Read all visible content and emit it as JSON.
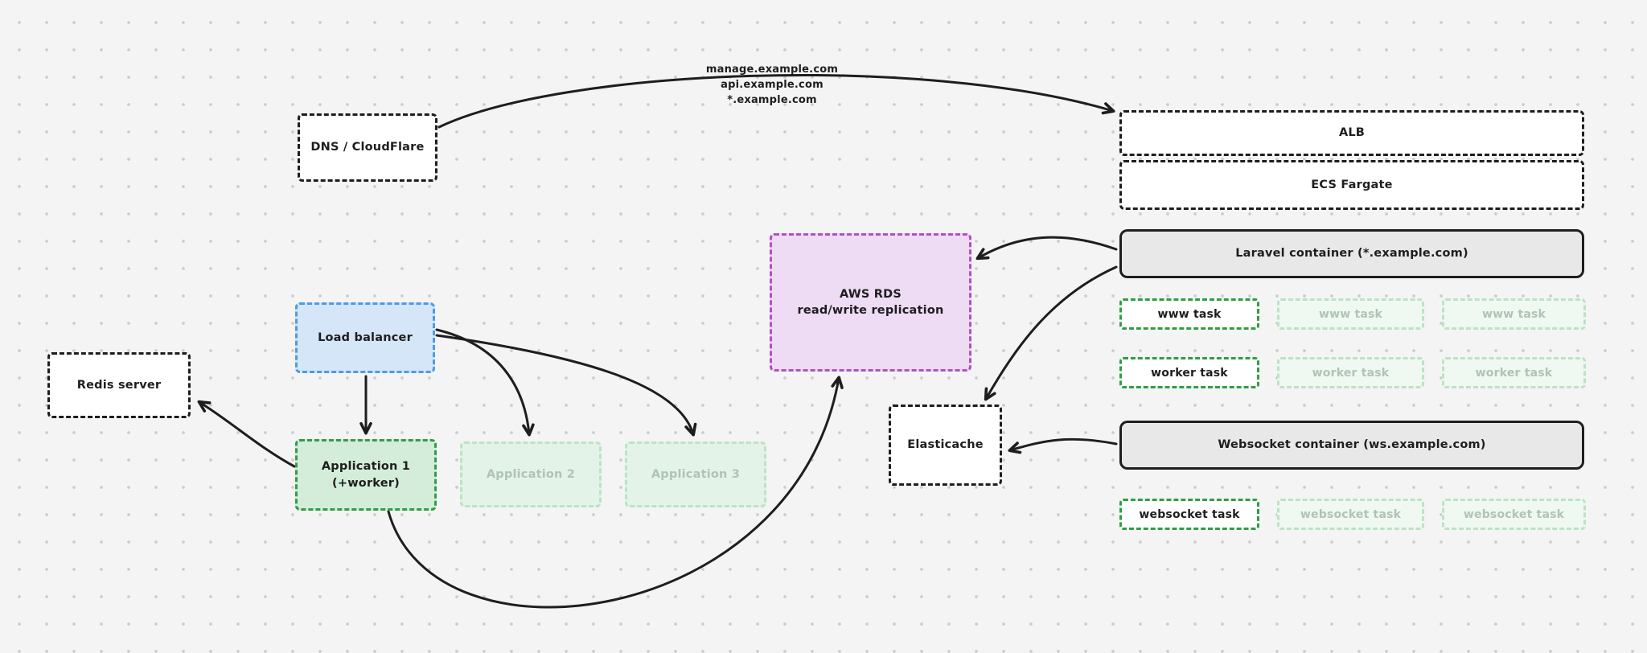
{
  "colors": {
    "canvasBg": "#f4f4f5",
    "dot": "#cccccc",
    "ink": "#1e1e1e",
    "blueStroke": "#4d9be6",
    "blueFill": "#d4e6f7",
    "greenStroke": "#2f9e44",
    "greenFillSoft": "#d4edda",
    "fadedGreenStroke": "#bce3c4",
    "fadedGreenFill": "#eff8f1",
    "fadedAppFill": "#e4f3e8",
    "fadedGreenText": "#afc4b4",
    "purpleStroke": "#b24fc8",
    "purpleFill": "#eedbf4",
    "grayFill": "#e8e8e8"
  },
  "nodes": {
    "dns": "DNS / CloudFlare",
    "alb": "ALB",
    "ecs": "ECS Fargate",
    "laravel": "Laravel container (*.example.com)",
    "websocket": "Websocket container (ws.example.com)",
    "load_balancer": "Load balancer",
    "redis": "Redis server",
    "app1": "Application 1\n(+worker)",
    "app2": "Application 2",
    "app3": "Application 3",
    "rds": "AWS RDS\nread/write replication",
    "elasticache": "Elasticache"
  },
  "tasks": {
    "www": [
      "www task",
      "www task",
      "www task"
    ],
    "worker": [
      "worker task",
      "worker task",
      "worker task"
    ],
    "websocket": [
      "websocket task",
      "websocket task",
      "websocket task"
    ]
  },
  "edge_labels": {
    "dns_to_alb": "manage.example.com\napi.example.com\n*.example.com"
  }
}
